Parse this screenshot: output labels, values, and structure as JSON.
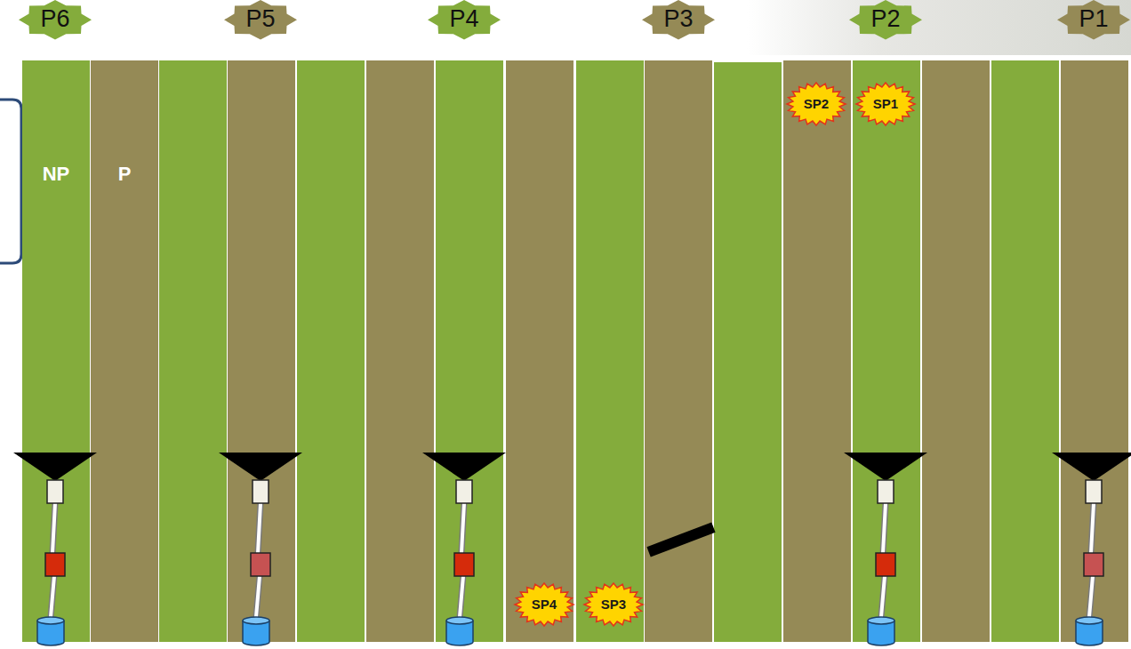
{
  "diagram": {
    "nodes": [
      {
        "text": [
          "P6"
        ]
      },
      {
        "text": [
          "P5"
        ]
      },
      {
        "text": [
          "P4"
        ]
      },
      {
        "text": [
          "P3"
        ]
      },
      {
        "text": [
          "P2"
        ]
      },
      {
        "text": [
          "P1"
        ]
      },
      {
        "text": [
          "NP"
        ]
      },
      {
        "text": [
          "P"
        ]
      },
      {
        "text": [
          "SP2"
        ]
      },
      {
        "text": [
          "SP1"
        ]
      },
      {
        "text": [
          "SP4"
        ]
      },
      {
        "text": [
          "SP3"
        ]
      }
    ]
  }
}
